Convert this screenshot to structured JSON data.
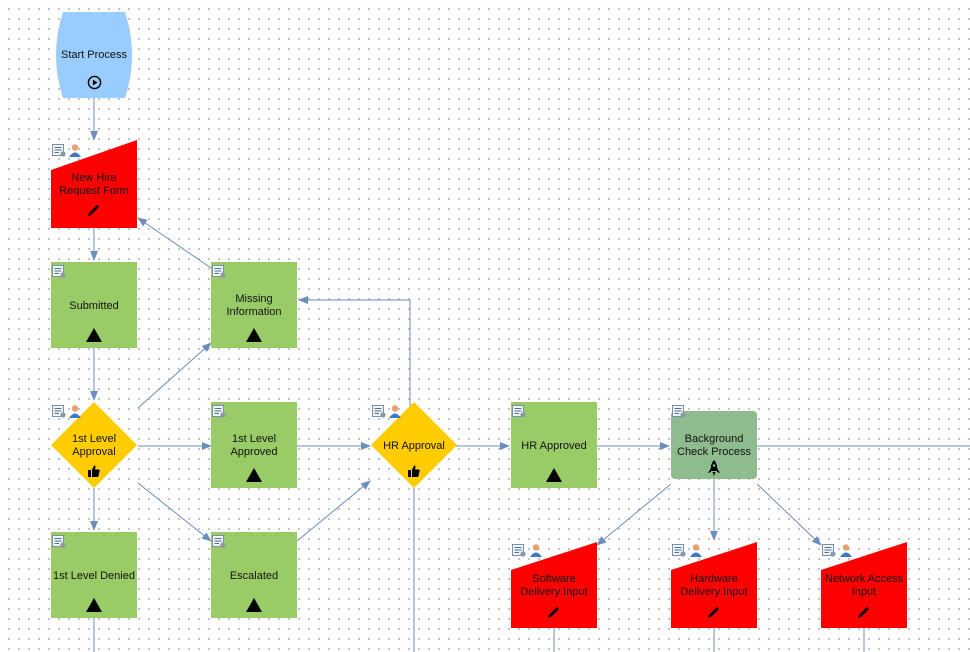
{
  "diagram": {
    "nodes": {
      "start_process": {
        "label": "Start Process",
        "type": "start",
        "color": "#99ccff"
      },
      "new_hire_request_form": {
        "label": "New Hire\nRequest Form",
        "type": "manual-input",
        "color": "#ff0000"
      },
      "submitted": {
        "label": "Submitted",
        "type": "state",
        "color": "#99cc66"
      },
      "missing_information": {
        "label": "Missing\nInformation",
        "type": "state",
        "color": "#99cc66"
      },
      "first_level_approval": {
        "label": "1st Level\nApproval",
        "type": "decision",
        "color": "#ffcc00"
      },
      "first_level_approved": {
        "label": "1st Level\nApproved",
        "type": "state",
        "color": "#99cc66"
      },
      "hr_approval": {
        "label": "HR Approval",
        "type": "decision",
        "color": "#ffcc00"
      },
      "hr_approved": {
        "label": "HR Approved",
        "type": "state",
        "color": "#99cc66"
      },
      "background_check_process": {
        "label": "Background\nCheck Process",
        "type": "subprocess",
        "color": "#8fbc8f"
      },
      "first_level_denied": {
        "label": "1st Level Denied",
        "type": "state",
        "color": "#99cc66"
      },
      "escalated": {
        "label": "Escalated",
        "type": "state",
        "color": "#99cc66"
      },
      "software_delivery_input": {
        "label": "Software\nDelivery Input",
        "type": "manual-input",
        "color": "#ff0000"
      },
      "hardware_delivery_input": {
        "label": "Hardware\nDelivery Input",
        "type": "manual-input",
        "color": "#ff0000"
      },
      "network_access_input": {
        "label": "Network Access\nInput",
        "type": "manual-input",
        "color": "#ff0000"
      }
    },
    "edges": [
      {
        "from": "start_process",
        "to": "new_hire_request_form"
      },
      {
        "from": "new_hire_request_form",
        "to": "submitted"
      },
      {
        "from": "submitted",
        "to": "first_level_approval"
      },
      {
        "from": "first_level_approval",
        "to": "missing_information"
      },
      {
        "from": "missing_information",
        "to": "new_hire_request_form"
      },
      {
        "from": "first_level_approval",
        "to": "first_level_approved"
      },
      {
        "from": "first_level_approval",
        "to": "escalated"
      },
      {
        "from": "first_level_approval",
        "to": "first_level_denied"
      },
      {
        "from": "first_level_approved",
        "to": "hr_approval"
      },
      {
        "from": "escalated",
        "to": "hr_approval"
      },
      {
        "from": "hr_approval",
        "to": "missing_information"
      },
      {
        "from": "hr_approval",
        "to": "hr_approved"
      },
      {
        "from": "hr_approved",
        "to": "background_check_process"
      },
      {
        "from": "background_check_process",
        "to": "software_delivery_input"
      },
      {
        "from": "background_check_process",
        "to": "hardware_delivery_input"
      },
      {
        "from": "background_check_process",
        "to": "network_access_input"
      }
    ],
    "colors": {
      "connector": "#6c8ebf",
      "start": "#99ccff",
      "state": "#99cc66",
      "decision": "#ffcc00",
      "manual_input": "#ff0000",
      "subprocess": "#8fbc8f"
    },
    "icons": {
      "start": "play-circle-icon",
      "state": "triangle-icon",
      "decision": "thumbs-up-icon",
      "manual_input": "pencil-icon",
      "subprocess": "rocket-icon",
      "form_badge": "form-settings-icon",
      "user_badge": "user-icon"
    }
  }
}
